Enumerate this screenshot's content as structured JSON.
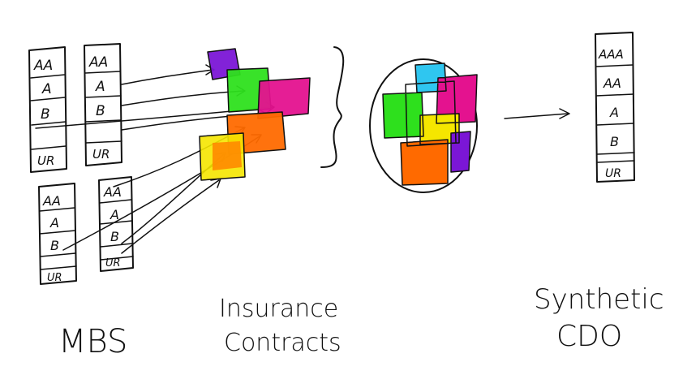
{
  "mbs": {
    "caption": "MBS",
    "stacks": [
      {
        "tranches": [
          "AA",
          "A",
          "B",
          "UR"
        ]
      },
      {
        "tranches": [
          "AA",
          "A",
          "B",
          "UR"
        ]
      },
      {
        "tranches": [
          "AA",
          "A",
          "B",
          "UR"
        ]
      },
      {
        "tranches": [
          "AA",
          "A",
          "B",
          "UR"
        ]
      }
    ]
  },
  "insurance": {
    "caption_line1": "Insurance",
    "caption_line2": "Contracts"
  },
  "pool": {
    "colors": [
      "#2fc6f0",
      "#e4128f",
      "#2ee01d",
      "#f5e600",
      "#7b16d6",
      "#ff6a00"
    ]
  },
  "cdo": {
    "caption_line1": "Synthetic",
    "caption_line2": "CDO",
    "tranches": [
      "AAA",
      "AA",
      "A",
      "B",
      "UR"
    ]
  },
  "colors": {
    "purple": "#7b16d6",
    "green": "#2ee01d",
    "magenta": "#e4128f",
    "orange": "#ff6a00",
    "yellow": "#f5e600",
    "cyan": "#2fc6f0"
  }
}
